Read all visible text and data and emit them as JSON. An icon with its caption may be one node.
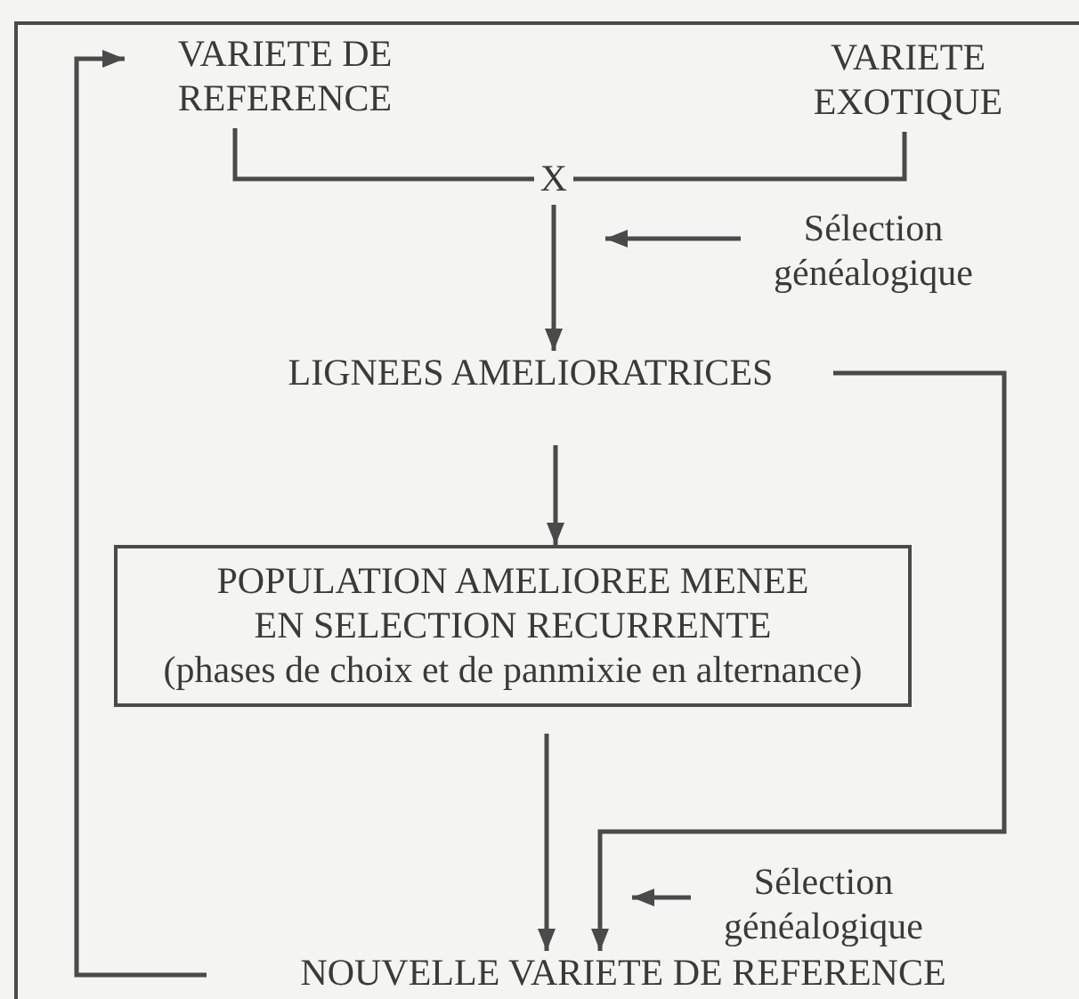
{
  "diagram": {
    "nodes": [
      {
        "text": [
          "VARIETE DE REFERENCE"
        ]
      },
      {
        "text": [
          "VARIETE EXOTIQUE"
        ]
      },
      {
        "text": [
          "X"
        ]
      },
      {
        "text": [
          "Sélection généalogique"
        ]
      },
      {
        "text": [
          "LIGNEES AMELIORATRICES"
        ]
      },
      {
        "text": [
          "POPULATION AMELIOREE MENEE EN SELECTION RECURRENTE",
          "(phases de choix et de panmixie en alternance)"
        ]
      },
      {
        "text": [
          "Sélection généalogique"
        ]
      },
      {
        "text": [
          "NOUVELLE VARIETE DE REFERENCE"
        ]
      }
    ],
    "edges": [
      {
        "from": 0,
        "to": 2,
        "arrow": "none"
      },
      {
        "from": 1,
        "to": 2,
        "arrow": "none"
      },
      {
        "from": 2,
        "to": 4,
        "arrow": "to"
      },
      {
        "from": 3,
        "to": 2,
        "arrow": "to"
      },
      {
        "from": 4,
        "to": 5,
        "arrow": "to"
      },
      {
        "from": 4,
        "to": 7,
        "arrow": "to"
      },
      {
        "from": 5,
        "to": 7,
        "arrow": "to"
      },
      {
        "from": 6,
        "to": 7,
        "arrow": "to"
      },
      {
        "from": 7,
        "to": 0,
        "arrow": "to"
      }
    ]
  }
}
